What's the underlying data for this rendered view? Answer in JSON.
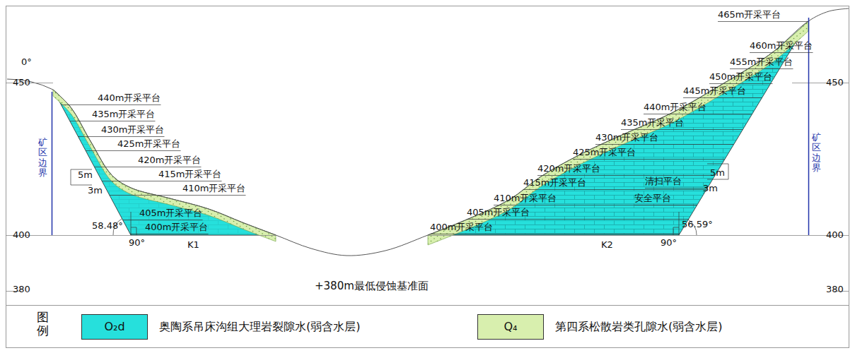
{
  "diagram": {
    "labels": [
      "0°",
      "450",
      "400",
      "380",
      "450",
      "400",
      "380",
      "矿区边界",
      "矿区边界",
      "440m开采平台",
      "435m开采平台",
      "430m开采平台",
      "425m开采平台",
      "420m开采平台",
      "415m开采平台",
      "410m开采平台",
      "405m开采平台",
      "400m开采平台",
      "5m",
      "3m",
      "58.48°",
      "90°",
      "K1",
      "465m开采平台",
      "460m开采平台",
      "455m开采平台",
      "450m开采平台",
      "445m开采平台",
      "440m开采平台",
      "435m开采平台",
      "430m开采平台",
      "425m开采平台",
      "420m开采平台",
      "415m开采平台",
      "410m开采平台",
      "405m开采平台",
      "400m开采平台",
      "清扫平台",
      "安全平台",
      "5m",
      "3m",
      "56.59°",
      "90°",
      "K2",
      "+380m最低侵蚀基准面",
      "图例",
      "O₂d",
      "Q₄"
    ],
    "legend": [
      {
        "text": "奥陶系吊床沟组大理岩裂隙水(弱含水层)",
        "color": "#26e0dc"
      },
      {
        "text": "第四系松散岩类孔隙水(弱含水层)",
        "color": "#d8efae"
      }
    ]
  }
}
